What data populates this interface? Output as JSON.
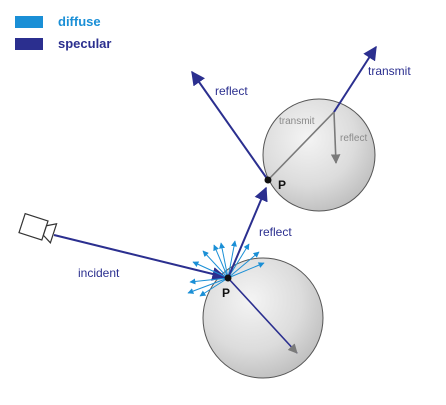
{
  "legend": {
    "diffuse": {
      "label": "diffuse",
      "color": "#1a8fd6"
    },
    "specular": {
      "label": "specular",
      "color": "#2b2f8f"
    }
  },
  "labels": {
    "incident": "incident",
    "reflect_lower": "reflect",
    "reflect_upper": "reflect",
    "transmit_outer": "transmit",
    "transmit_inner": "transmit",
    "reflect_inner": "reflect",
    "point_lower": "P",
    "point_upper": "P"
  },
  "colors": {
    "specular_ray": "#2b2f8f",
    "diffuse_ray": "#1a8fd6",
    "internal_ray": "#7a7a7a",
    "sphere_edge": "#555555"
  },
  "icons": {
    "camera": "camera-icon"
  }
}
